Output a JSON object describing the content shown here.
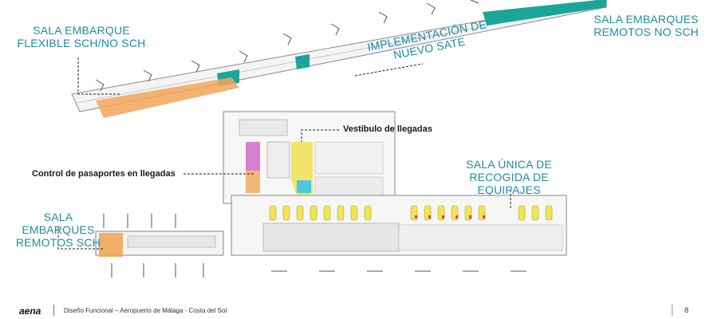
{
  "labels": {
    "sala_flexible": [
      "SALA EMBARQUE",
      "FLEXIBLE SCH/NO SCH"
    ],
    "remotos_no_sch": [
      "SALA EMBARQUES",
      "REMOTOS NO SCH"
    ],
    "nuevo_sate": [
      "IMPLEMENTACIÓN DE",
      "NUEVO SATE"
    ],
    "vestibulo": "Vestíbulo de llegadas",
    "control_pasaportes": "Control de pasaportes en llegadas",
    "recogida": [
      "SALA ÚNICA DE",
      "RECOGIDA DE EQUIPAJES"
    ],
    "remotos_sch": [
      "SALA EMBARQUES",
      "REMOTOS SCH"
    ]
  },
  "footer": {
    "logo": "aena",
    "text": "Diseño Funcional – Aeropuerto de Málaga - Costa del Sol",
    "page": "8"
  },
  "colors": {
    "teal_label": "#1f8ba6",
    "teal_fill": "#1aa59a",
    "orange": "#f2a65a",
    "yellow": "#f1e35a",
    "magenta": "#d06ac8",
    "cyan": "#4cc8e0",
    "light_blue": "#9ed7ec"
  }
}
